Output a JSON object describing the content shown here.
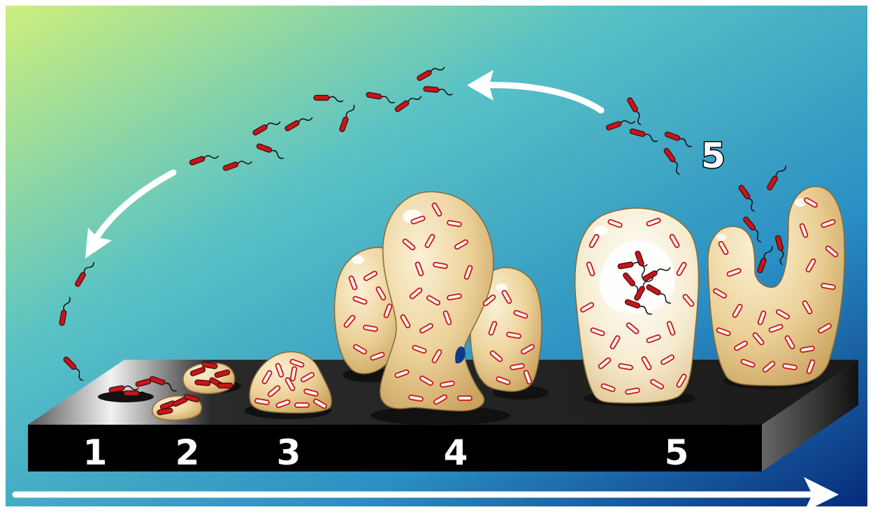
{
  "diagram": {
    "stages": [
      {
        "id": "stage-1",
        "label": "1"
      },
      {
        "id": "stage-2",
        "label": "2"
      },
      {
        "id": "stage-3",
        "label": "3"
      },
      {
        "id": "stage-4",
        "label": "4"
      },
      {
        "id": "stage-5",
        "label": "5"
      }
    ],
    "dispersal_label": "5",
    "colors": {
      "bacteria": "#c8141a",
      "matrix": "#e8c98a",
      "matrix_light": "#f7efd6",
      "surface_top": "#2e2e2e",
      "surface_front": "#000000",
      "sky_top": "#c9ec7e",
      "sky_mid": "#4fb3c4",
      "sky_bottom": "#062a7a",
      "arrow": "#ffffff"
    },
    "icons": {
      "timeline": "arrow-right-icon",
      "cycle": "curved-arrow-icon",
      "bacterium": "rod-bacterium-icon"
    }
  }
}
